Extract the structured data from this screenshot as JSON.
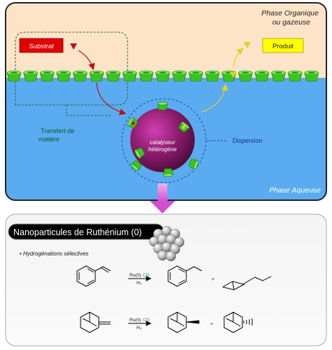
{
  "top_panel": {
    "organic_phase_line1": "Phase Organique",
    "organic_phase_line2": "ou gazeuse",
    "aqueous_phase": "Phase Aqueuse",
    "substrate": "Substrat",
    "product": "Produit",
    "mass_transfer_line1": "Transfert de",
    "mass_transfer_line2": "matière",
    "catalyst_line1": "catalyseur",
    "catalyst_line2": "hétérogène",
    "dispersion": "Dispersion",
    "colors": {
      "organic": "#fde4c8",
      "aqueous": "#5aabf0",
      "cd_green": "#39c41e",
      "catalyst": "#8b1a6b",
      "substrate_box": "#e00000",
      "product_box": "#ffff00",
      "arrow_pink": "#e070e0"
    }
  },
  "bottom_panel": {
    "title": "Nanoparticules de Ruthénium (0)",
    "bullet": "• Hydrogénations sélectives",
    "reaction1": {
      "catalyst": "Ru(0)",
      "additive": "CD",
      "reagent": "H₂",
      "plus": "+"
    },
    "reaction2": {
      "catalyst": "Ru(0)",
      "additive": "CD",
      "reagent": "H₂",
      "plus": "+"
    }
  }
}
